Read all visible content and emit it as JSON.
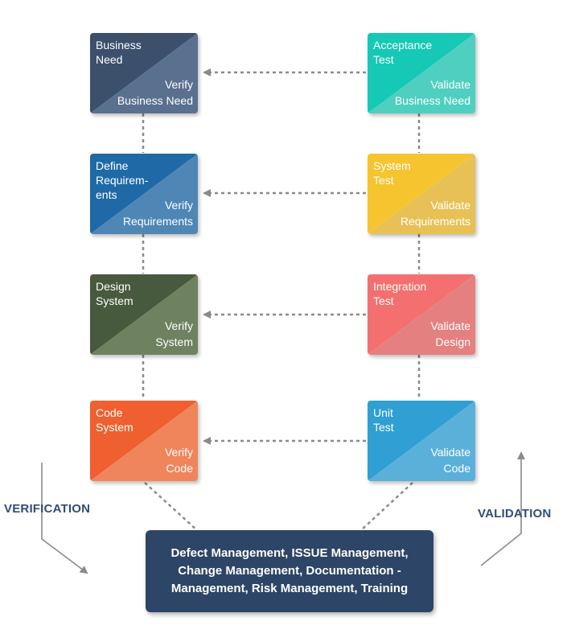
{
  "left_column": [
    {
      "title": "Business\nNeed",
      "sub": "Verify\nBusiness Need",
      "color_dark": "#3c4f6b",
      "color_light": "#5a708f"
    },
    {
      "title": "Define\nRequirem-\nents",
      "sub": "Verify\nRequirements",
      "color_dark": "#1f6aa6",
      "color_light": "#4e86b5"
    },
    {
      "title": "Design\nSystem",
      "sub": "Verify\nSystem",
      "color_dark": "#485a3e",
      "color_light": "#6e8260"
    },
    {
      "title": "Code\nSystem",
      "sub": "Verify\nCode",
      "color_dark": "#ef5f2f",
      "color_light": "#f0855c"
    }
  ],
  "right_column": [
    {
      "title": "Acceptance\nTest",
      "sub": "Validate\nBusiness Need",
      "color_dark": "#16c8b6",
      "color_light": "#4fcfbf"
    },
    {
      "title": "System\nTest",
      "sub": "Validate\nRequirements",
      "color_dark": "#f6c42f",
      "color_light": "#e7c156"
    },
    {
      "title": "Integration\nTest",
      "sub": "Validate\nDesign",
      "color_dark": "#f46f6f",
      "color_light": "#e58080"
    },
    {
      "title": "Unit\nTest",
      "sub": "Validate\nCode",
      "color_dark": "#2f9fd4",
      "color_light": "#5bb0da"
    }
  ],
  "labels": {
    "verification": "VERIFICATION",
    "validation": "VALIDATION"
  },
  "summary": "Defect Management, ISSUE Management,\nChange Management, Documentation -\nManagement, Risk Management, Training",
  "colors": {
    "connector": "#8a8a8a",
    "label": "#2f4d7a",
    "summary_bg": "#2d4566"
  }
}
